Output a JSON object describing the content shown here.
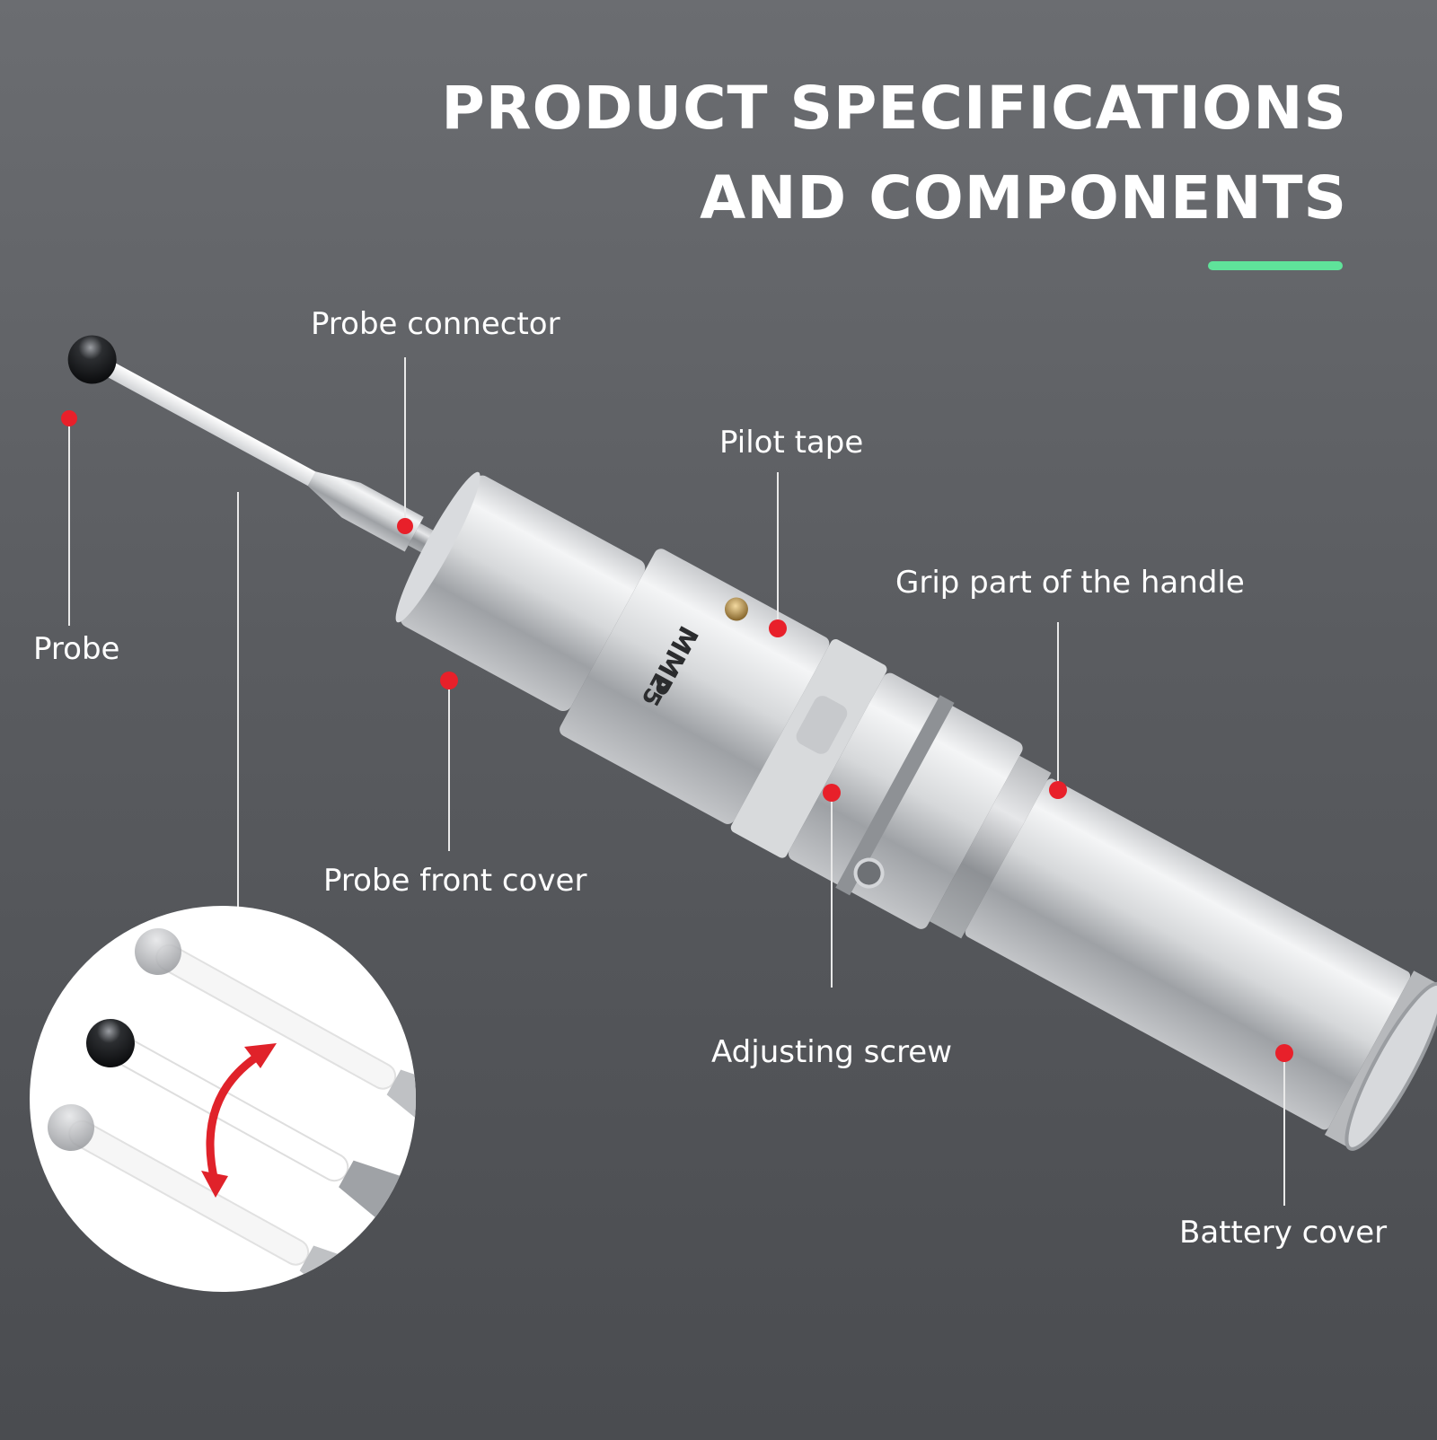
{
  "header": {
    "title_line1": "PRODUCT SPECIFICATIONS",
    "title_line2": "AND COMPONENTS",
    "accent_color": "#5fe39a"
  },
  "product": {
    "model_line1": "MMP",
    "model_line2": "25"
  },
  "callouts": {
    "probe": "Probe",
    "probe_connector": "Probe connector",
    "pilot_tape": "Pilot tape",
    "grip": "Grip part of the handle",
    "probe_front_cover": "Probe front cover",
    "adjusting_screw": "Adjusting screw",
    "battery_cover": "Battery cover"
  },
  "colors": {
    "marker_dot": "#e8202a",
    "leader_line": "#e9e9e9",
    "swing_arrow": "#e0222a"
  }
}
